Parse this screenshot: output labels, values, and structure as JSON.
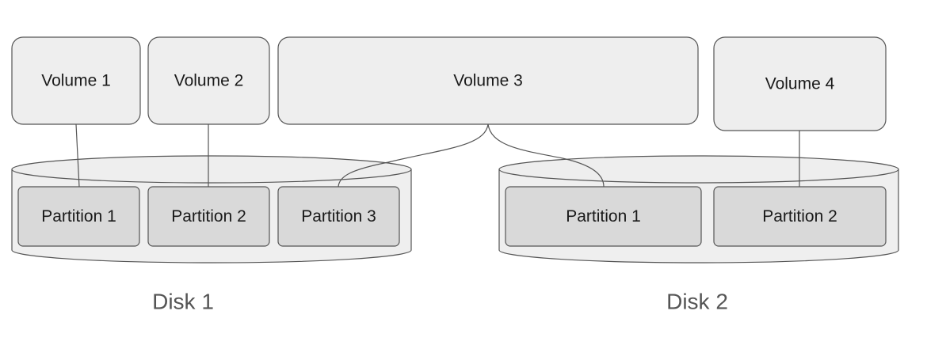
{
  "volumes": [
    "Volume 1",
    "Volume 2",
    "Volume 3",
    "Volume 4"
  ],
  "disks": [
    {
      "label": "Disk 1",
      "partitions": [
        "Partition 1",
        "Partition 2",
        "Partition 3"
      ]
    },
    {
      "label": "Disk 2",
      "partitions": [
        "Partition 1",
        "Partition 2"
      ]
    }
  ],
  "colors": {
    "volume_fill": "#eeeeee",
    "partition_fill": "#d9d9d9",
    "stroke": "#555555",
    "disk_label": "#555555"
  }
}
